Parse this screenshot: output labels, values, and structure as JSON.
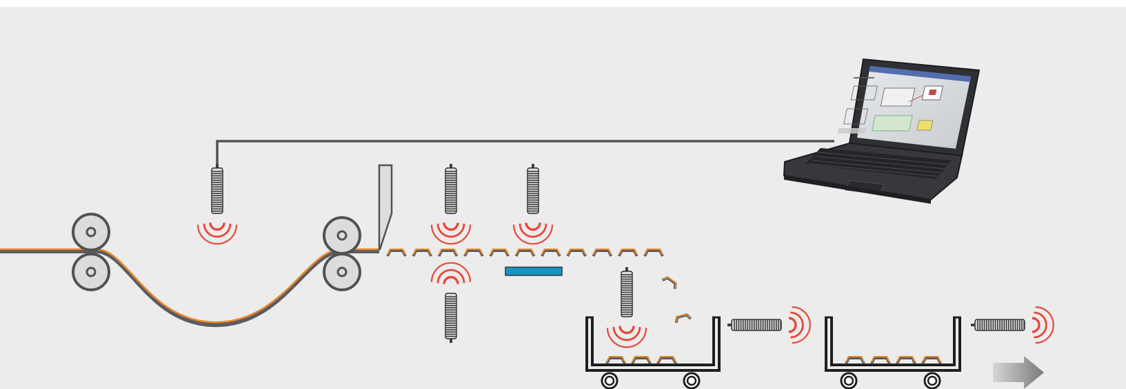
{
  "diagram": {
    "background_color": "#ebeceb",
    "colors": {
      "wave": "#e8463a",
      "strip_orange": "#e8892a",
      "strip_gray": "#5a5c60",
      "sensor_body": "#3d3f42",
      "roller_fill": "#dcdcdc",
      "roller_stroke": "#505254",
      "conveyor_belt": "#1a93c0",
      "cart": "#1e1e1e",
      "arrow": "#8a8a8a",
      "cable": "#505254",
      "laptop": "#2e3034"
    },
    "components": [
      "pinch-rollers",
      "entry-rollers",
      "strip-loop",
      "cutter-blade",
      "ultrasonic-sensors",
      "conveyor",
      "collection-carts",
      "laptop",
      "exit-arrow"
    ]
  }
}
